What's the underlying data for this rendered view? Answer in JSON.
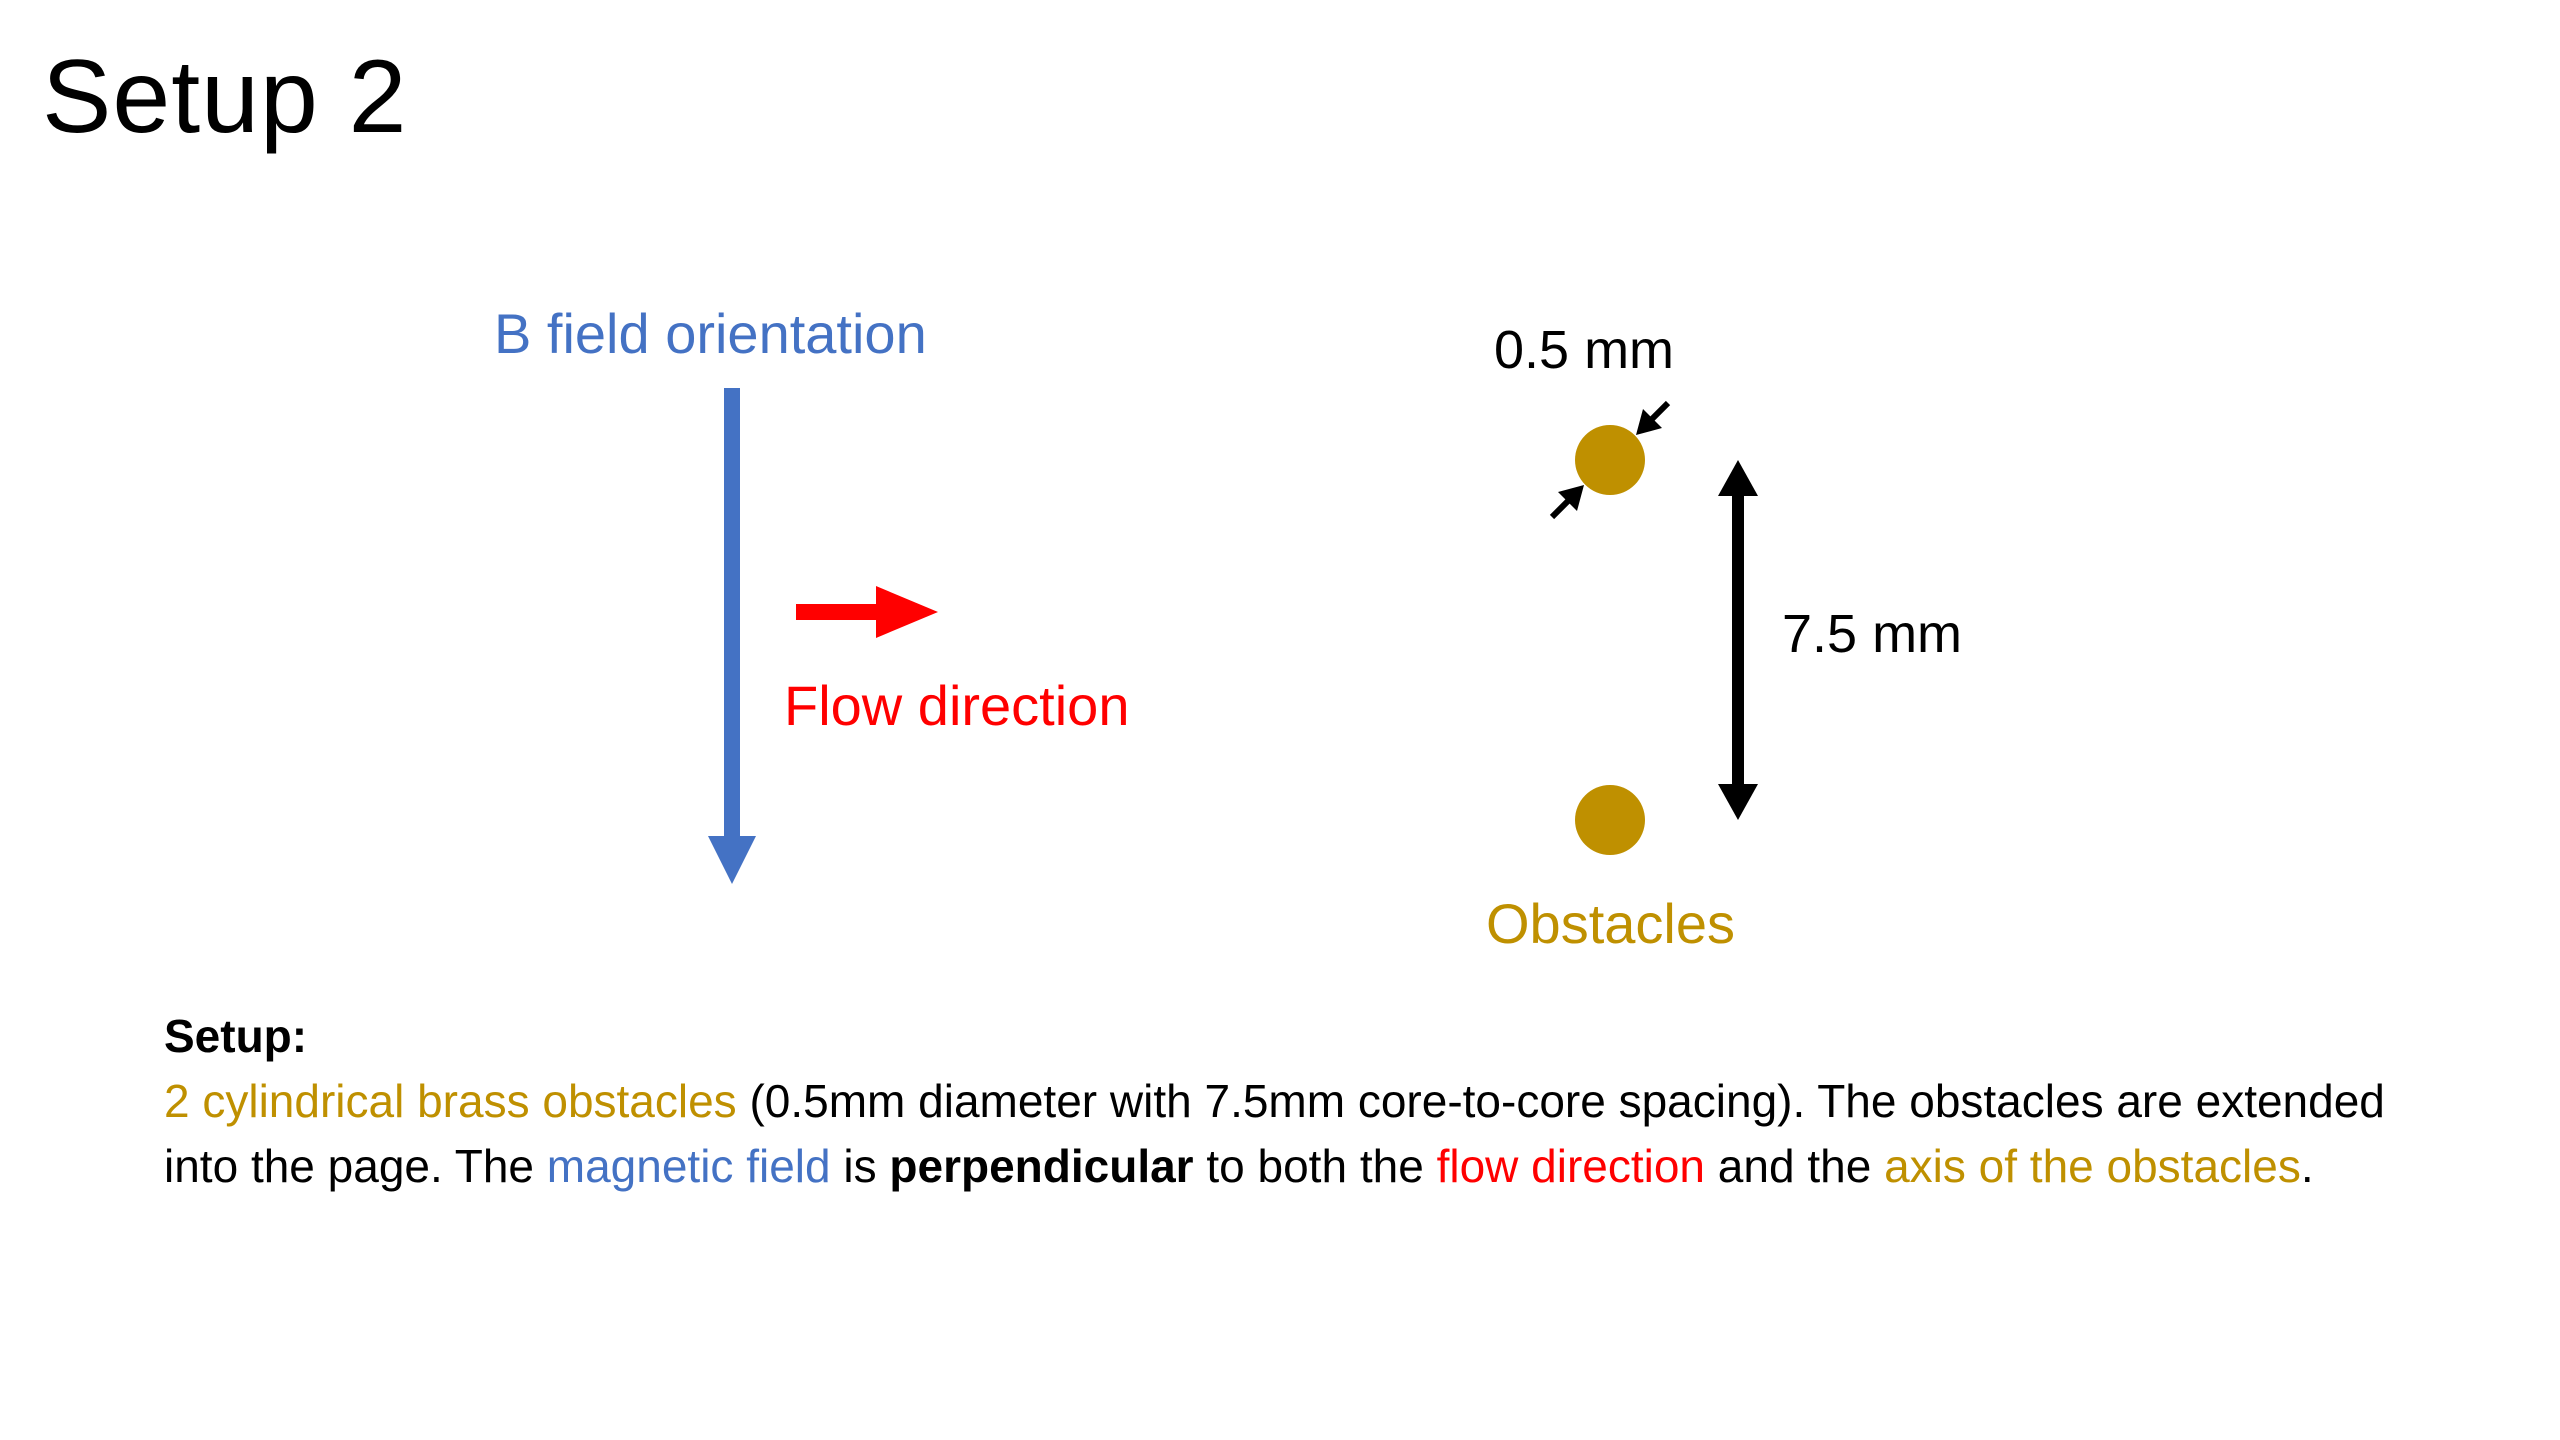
{
  "slide": {
    "title": "Setup 2"
  },
  "diagram": {
    "b_field_label": "B field orientation",
    "flow_label": "Flow direction",
    "diameter_label": "0.5 mm",
    "spacing_label": "7.5 mm",
    "obstacles_label": "Obstacles",
    "colors": {
      "b_field": "#4472C4",
      "flow": "#FF0000",
      "obstacle": "#BF9000",
      "dimension": "#000000"
    }
  },
  "description": {
    "heading": "Setup:",
    "seg1": "2 cylindrical brass obstacles",
    "seg2": " (0.5mm diameter with 7.5mm core-to-core spacing). The obstacles are extended into the page. The ",
    "seg3": "magnetic field",
    "seg4": " is ",
    "seg5": "perpendicular",
    "seg6": " to both the ",
    "seg7": "flow direction",
    "seg8": " and the ",
    "seg9": "axis of the obstacles",
    "seg10": "."
  }
}
